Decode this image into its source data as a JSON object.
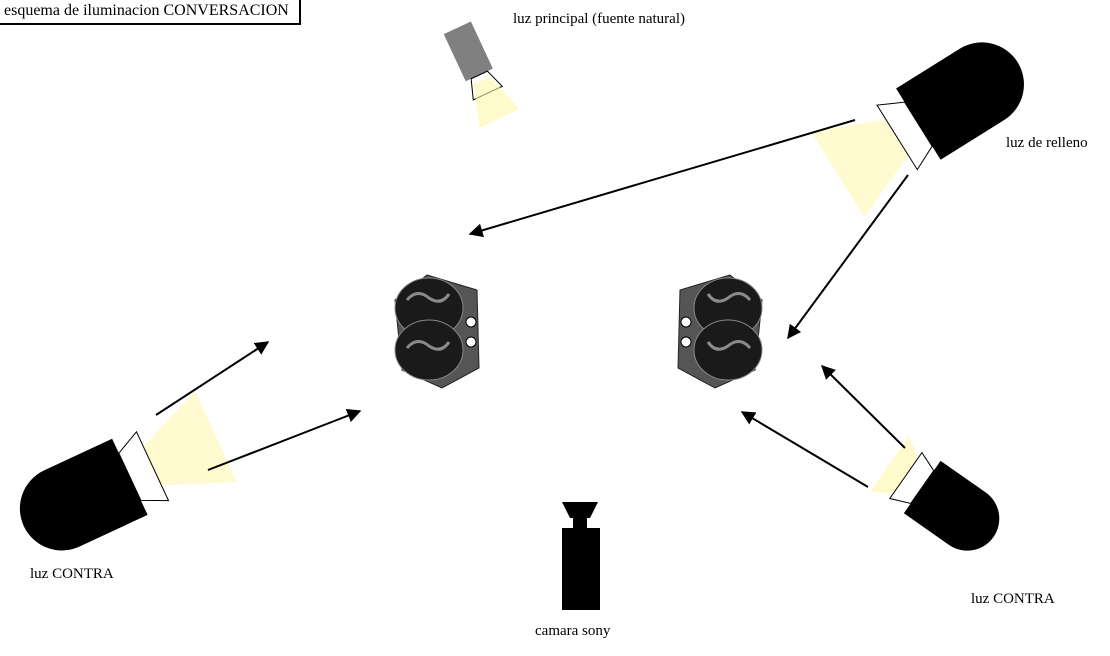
{
  "title": "esquema de iluminacion CONVERSACION",
  "labels": {
    "key_light": "luz principal (fuente natural)",
    "fill_light": "luz de relleno",
    "back_light_left": "luz CONTRA",
    "back_light_right": "luz CONTRA",
    "camera": "camara sony"
  },
  "colors": {
    "fixture": "#000000",
    "key_body": "#808080",
    "beam": "#fff6a8",
    "arrow": "#000000",
    "head_dark": "#1a1a1a",
    "head_mid": "#555555",
    "head_light": "#8a8a8a"
  }
}
